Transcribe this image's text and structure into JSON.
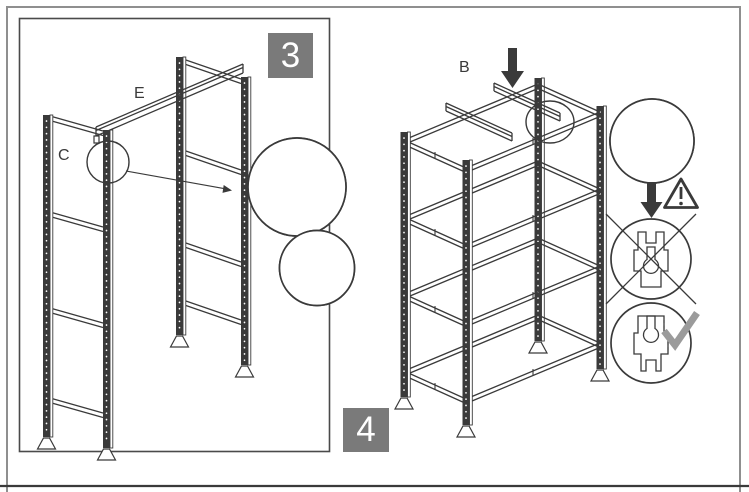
{
  "colors": {
    "line": "#3a3a3a",
    "badge_background": "#7a7a7a",
    "badge_text": "#ffffff",
    "page_border": "#8f8f8f",
    "panel_border": "#4a4a4a",
    "checkmark": "#9b9b9b"
  },
  "steps": [
    {
      "number": "3",
      "part_labels": [
        {
          "id": "crossbeam",
          "text": "E"
        },
        {
          "id": "upright-frame",
          "text": "C"
        }
      ]
    },
    {
      "number": "4",
      "part_labels": [
        {
          "id": "crossbar",
          "text": "B"
        }
      ]
    }
  ],
  "icons": {
    "down_arrow": "↓",
    "warning": "⚠",
    "wrong_orientation": "✕",
    "correct_orientation": "✓",
    "mallet": "🔨",
    "detail_magnifier": "○"
  }
}
